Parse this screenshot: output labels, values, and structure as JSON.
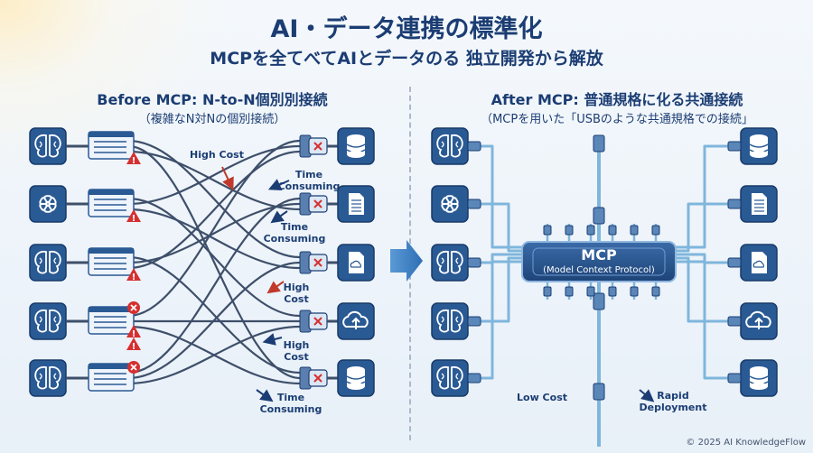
{
  "title": "AI・データ連携の標準化",
  "subtitle": "MCPを全てべてAIとデータのる 独立開発から解放",
  "left": {
    "heading": "Before MCP: N-to-N個別別接続",
    "subheading": "（複雑なN対Nの個別接続）",
    "labels": [
      {
        "lines": [
          "High Cost"
        ],
        "key": "l1"
      },
      {
        "lines": [
          "Time",
          "Consuming"
        ],
        "key": "l2"
      },
      {
        "lines": [
          "Time",
          "Consuming"
        ],
        "key": "l3"
      },
      {
        "lines": [
          "High",
          "Cost"
        ],
        "key": "l4"
      },
      {
        "lines": [
          "High",
          "Cost"
        ],
        "key": "l5"
      },
      {
        "lines": [
          "Time",
          "Consuming"
        ],
        "key": "l6"
      }
    ]
  },
  "right": {
    "heading": "After MCP: 普通規格に化る共通接続",
    "subheading": "（MCPを用いた「USBのような共通規格での接続」",
    "hub_title": "MCP",
    "hub_subtitle": "(Model Context Protocol)",
    "labels": [
      {
        "lines": [
          "Low Cost"
        ],
        "key": "r1"
      },
      {
        "lines": [
          "Rapid",
          "Deployment"
        ],
        "key": "r2"
      }
    ]
  },
  "left_ai_icons": [
    "brain-icon",
    "openai-knot-icon",
    "brain-icon",
    "brain-icon",
    "brain-icon"
  ],
  "left_data_icons": [
    "database-icon",
    "document-icon",
    "cloud-file-icon",
    "cloud-upload-icon",
    "database-icon"
  ],
  "right_ai_icons": [
    "brain-icon",
    "openai-knot-icon",
    "brain-icon",
    "brain-icon",
    "brain-icon"
  ],
  "right_data_icons": [
    "database-icon",
    "document-icon",
    "cloud-file-icon",
    "cloud-upload-icon",
    "database-icon"
  ],
  "status_icons": [
    "warning-icon",
    "error-icon"
  ],
  "colors": {
    "navy": "#1b3d73",
    "tile": "#2a5a94",
    "cable": "#3e4f6a",
    "warning": "#d62f2f",
    "hub": "#284f86",
    "cable_blue": "#7fb6dc"
  },
  "copyright": "© 2025 AI KnowledgeFlow"
}
